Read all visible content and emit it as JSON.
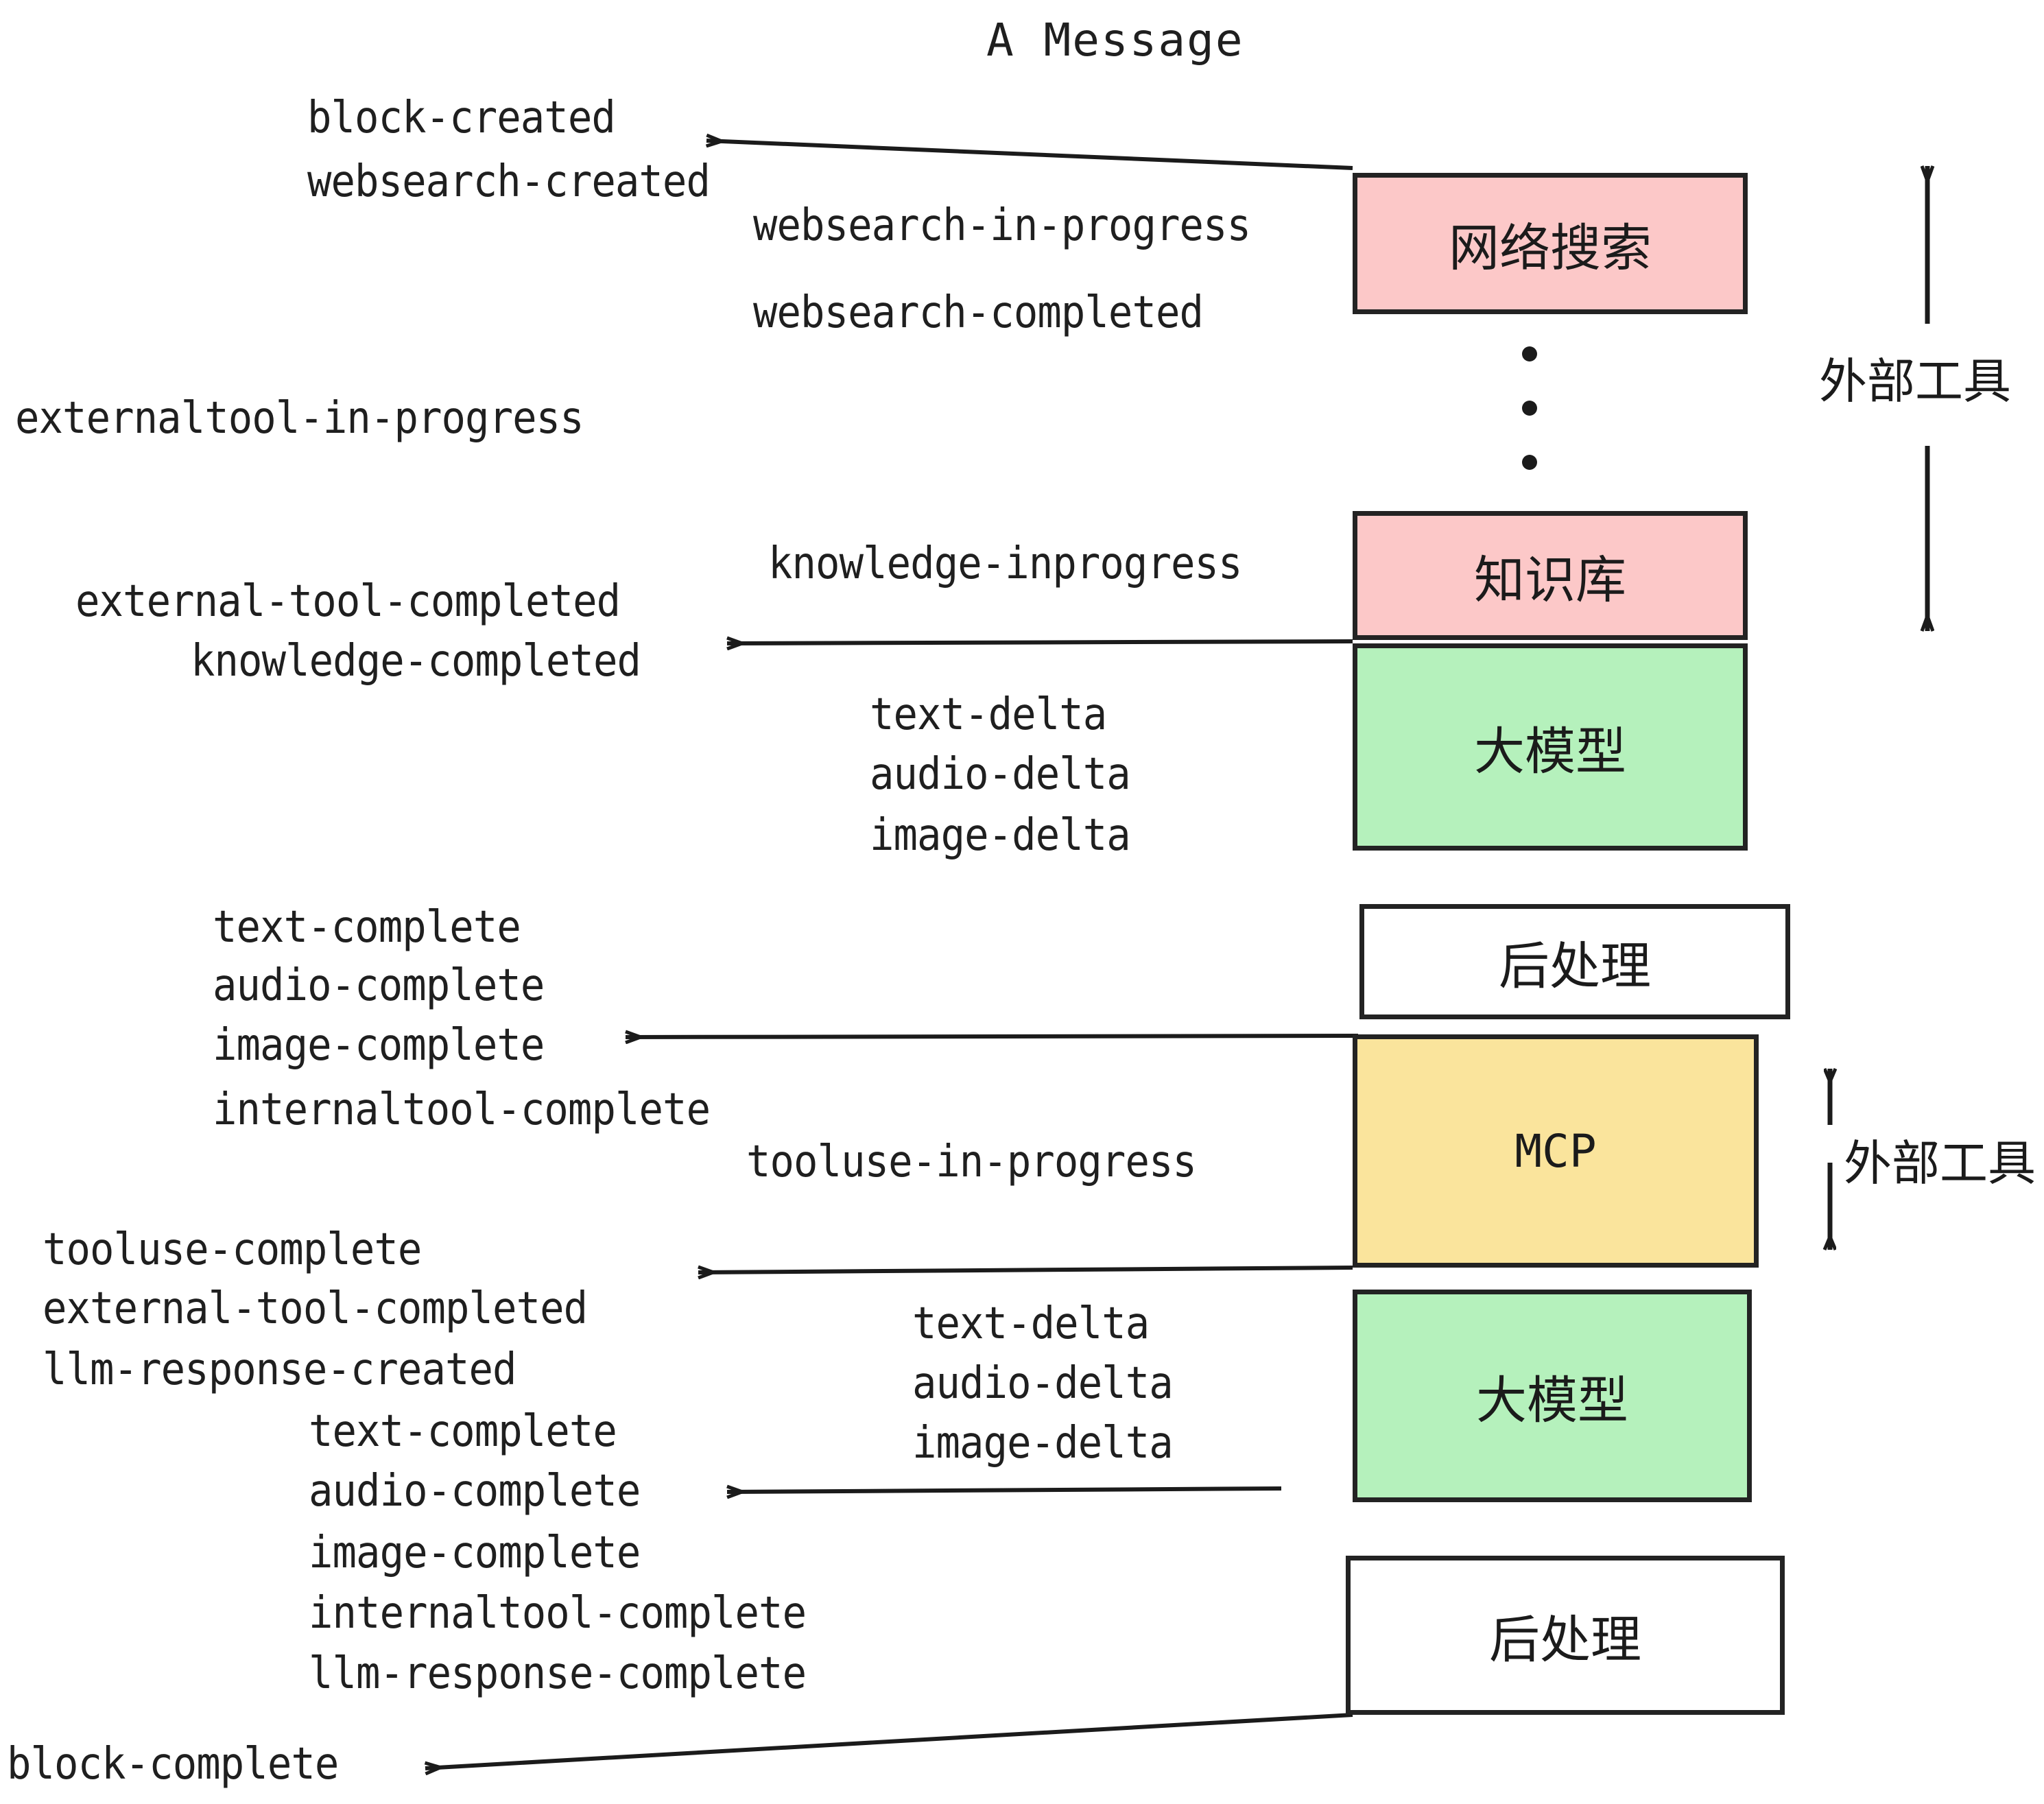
{
  "title": "A Message",
  "colors": {
    "pink": "#FCC8C8",
    "green": "#B5F1BC",
    "yellow": "#FAE49C",
    "white": "#FFFFFF",
    "stroke": "#232323",
    "text": "#1F1F1F",
    "background": "#FFFFFF"
  },
  "boxes": [
    {
      "label": "网络搜索",
      "fill": "#FCC8C8"
    },
    {
      "label": "知识库",
      "fill": "#FCC8C8"
    },
    {
      "label": "大模型",
      "fill": "#B5F1BC"
    },
    {
      "label": "后处理",
      "fill": "#FFFFFF"
    },
    {
      "label": "MCP",
      "fill": "#FAE49C"
    },
    {
      "label": "大模型",
      "fill": "#B5F1BC"
    },
    {
      "label": "后处理",
      "fill": "#FFFFFF"
    }
  ],
  "side_labels": [
    {
      "text": "外部工具"
    },
    {
      "text": "外部工具"
    }
  ],
  "events": [
    {
      "text": "block-created"
    },
    {
      "text": "websearch-created"
    },
    {
      "text": "websearch-in-progress"
    },
    {
      "text": "websearch-completed"
    },
    {
      "text": "externaltool-in-progress"
    },
    {
      "text": "knowledge-inprogress"
    },
    {
      "text": "external-tool-completed"
    },
    {
      "text": "knowledge-completed"
    },
    {
      "text": "text-delta"
    },
    {
      "text": "audio-delta"
    },
    {
      "text": "image-delta"
    },
    {
      "text": "text-complete"
    },
    {
      "text": "audio-complete"
    },
    {
      "text": "image-complete"
    },
    {
      "text": "internaltool-complete"
    },
    {
      "text": "tooluse-in-progress"
    },
    {
      "text": "tooluse-complete"
    },
    {
      "text": "external-tool-completed"
    },
    {
      "text": "llm-response-created"
    },
    {
      "text": "text-complete"
    },
    {
      "text": "audio-complete"
    },
    {
      "text": "image-complete"
    },
    {
      "text": "internaltool-complete"
    },
    {
      "text": "llm-response-complete"
    },
    {
      "text": "block-complete"
    },
    {
      "text": "text-delta"
    },
    {
      "text": "audio-delta"
    },
    {
      "text": "image-delta"
    }
  ],
  "ellipsis_dots": 3
}
